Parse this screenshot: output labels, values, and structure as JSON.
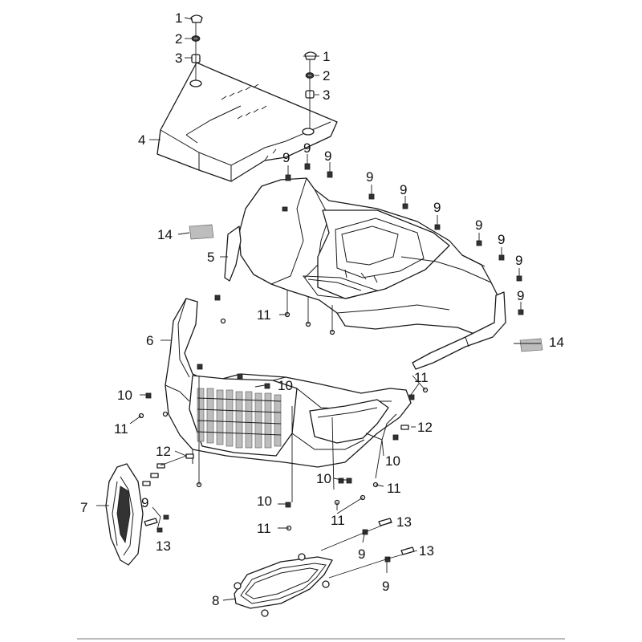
{
  "callouts": [
    {
      "id": "c1a",
      "text": "1"
    },
    {
      "id": "c2a",
      "text": "2"
    },
    {
      "id": "c3a",
      "text": "3"
    },
    {
      "id": "c1b",
      "text": "1"
    },
    {
      "id": "c2b",
      "text": "2"
    },
    {
      "id": "c3b",
      "text": "3"
    },
    {
      "id": "c4",
      "text": "4"
    },
    {
      "id": "c9a",
      "text": "9"
    },
    {
      "id": "c9b",
      "text": "9"
    },
    {
      "id": "c9c",
      "text": "9"
    },
    {
      "id": "c9d",
      "text": "9"
    },
    {
      "id": "c9e",
      "text": "9"
    },
    {
      "id": "c9f",
      "text": "9"
    },
    {
      "id": "c9g",
      "text": "9"
    },
    {
      "id": "c9h",
      "text": "9"
    },
    {
      "id": "c9i",
      "text": "9"
    },
    {
      "id": "c9j",
      "text": "9"
    },
    {
      "id": "c14a",
      "text": "14"
    },
    {
      "id": "c5",
      "text": "5"
    },
    {
      "id": "c11a",
      "text": "11"
    },
    {
      "id": "c14b",
      "text": "14"
    },
    {
      "id": "c6",
      "text": "6"
    },
    {
      "id": "c11b",
      "text": "11"
    },
    {
      "id": "c10a",
      "text": "10"
    },
    {
      "id": "c10b",
      "text": "10"
    },
    {
      "id": "c11c",
      "text": "11"
    },
    {
      "id": "c12a",
      "text": "12"
    },
    {
      "id": "c12b",
      "text": "12"
    },
    {
      "id": "c10c",
      "text": "10"
    },
    {
      "id": "c10d",
      "text": "10"
    },
    {
      "id": "c11d",
      "text": "11"
    },
    {
      "id": "c7",
      "text": "7"
    },
    {
      "id": "c9k",
      "text": "9"
    },
    {
      "id": "c10e",
      "text": "10"
    },
    {
      "id": "c11e",
      "text": "11"
    },
    {
      "id": "c13a",
      "text": "13"
    },
    {
      "id": "c11f",
      "text": "11"
    },
    {
      "id": "c13b",
      "text": "13"
    },
    {
      "id": "c9l",
      "text": "9"
    },
    {
      "id": "c13c",
      "text": "13"
    },
    {
      "id": "c9m",
      "text": "9"
    },
    {
      "id": "c8",
      "text": "8"
    }
  ]
}
